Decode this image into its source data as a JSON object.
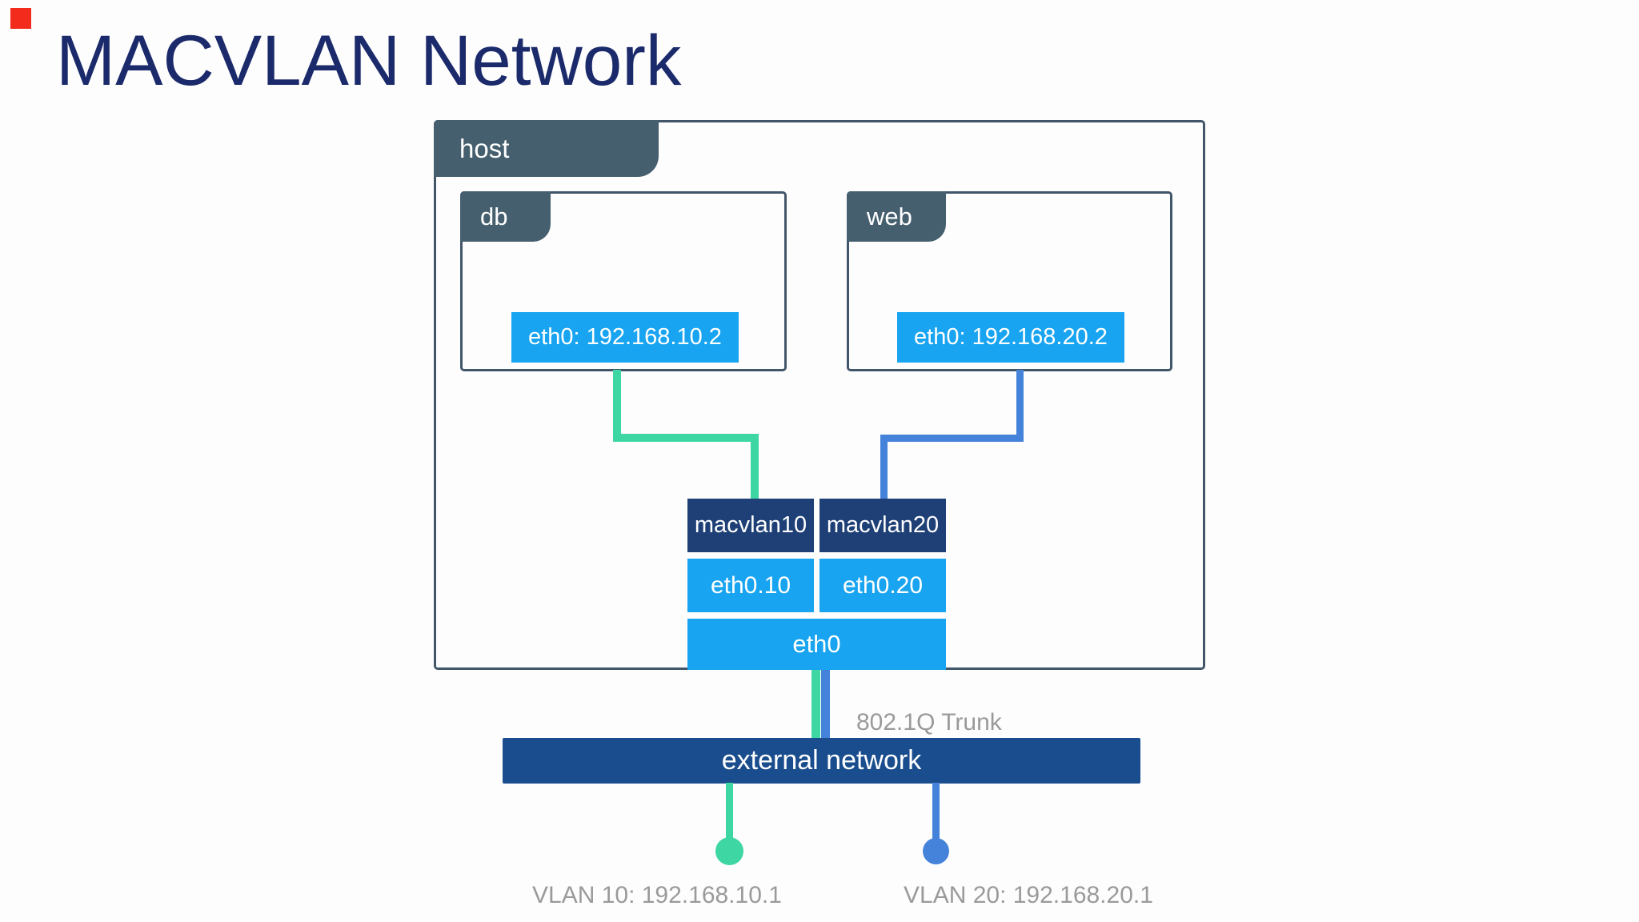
{
  "title": {
    "text": "MACVLAN Network"
  },
  "diagram": {
    "host_label": "host",
    "db": {
      "label": "db",
      "interface": "eth0: 192.168.10.2"
    },
    "web": {
      "label": "web",
      "interface": "eth0: 192.168.20.2"
    },
    "macvlan10_label": "macvlan10",
    "macvlan20_label": "macvlan20",
    "eth0_10_label": "eth0.10",
    "eth0_20_label": "eth0.20",
    "eth0_label": "eth0",
    "trunk_label": "802.1Q Trunk",
    "external_network_label": "external network",
    "vlan10_gateway_label": "VLAN 10: 192.168.10.1",
    "vlan20_gateway_label": "VLAN 20: 192.168.20.1"
  },
  "colors": {
    "title_navy": "#1b2a6b",
    "tab_slate": "#455f6e",
    "box_border": "#42566a",
    "macvlan_navy": "#1e4076",
    "interface_blue": "#18a4f0",
    "external_navy": "#1a4d8d",
    "vlan10_green": "#3ed6a2",
    "vlan20_blue": "#4583da",
    "annotation_gray": "#9a9a9a",
    "recording_red": "#f22b1d"
  }
}
